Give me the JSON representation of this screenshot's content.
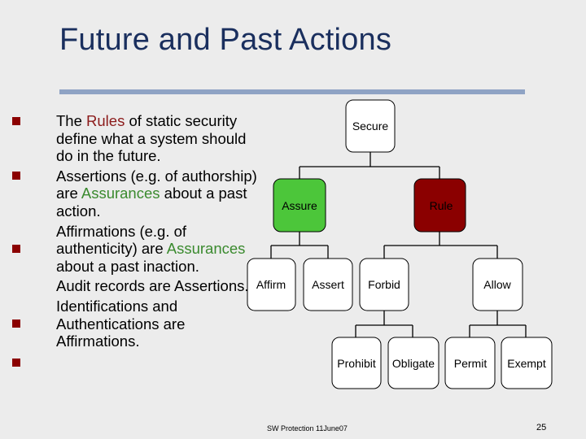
{
  "slide": {
    "title": "Future and Past Actions",
    "footer": "SW Protection 11June07",
    "page_number": "25"
  },
  "bullets": [
    {
      "parts": [
        {
          "text": "The ",
          "color": "#000000"
        },
        {
          "text": "Rules",
          "color": "#8b1a1a"
        },
        {
          "text": " of static security define what a system should do in the future.",
          "color": "#000000"
        }
      ]
    },
    {
      "parts": [
        {
          "text": "Assertions (e.g. of authorship) are ",
          "color": "#000000"
        },
        {
          "text": "Assurances",
          "color": "#3a8a2e"
        },
        {
          "text": " about a past action.",
          "color": "#000000"
        }
      ]
    },
    {
      "parts": [
        {
          "text": "Affirmations (e.g. of authenticity) are ",
          "color": "#000000"
        },
        {
          "text": "Assurances",
          "color": "#3a8a2e"
        },
        {
          "text": " about a past inaction.",
          "color": "#000000"
        }
      ]
    },
    {
      "parts": [
        {
          "text": "Audit records are Assertions.",
          "color": "#000000"
        }
      ]
    },
    {
      "parts": [
        {
          "text": "Identifications and Authentications are Affirmations.",
          "color": "#000000"
        }
      ]
    }
  ],
  "tree": {
    "nodes": [
      {
        "id": "secure",
        "label": "Secure",
        "fill": "#ffffff"
      },
      {
        "id": "assure",
        "label": "Assure",
        "fill": "#4cc63a"
      },
      {
        "id": "rule",
        "label": "Rule",
        "fill": "#8b0000"
      },
      {
        "id": "affirm",
        "label": "Affirm",
        "fill": "#ffffff"
      },
      {
        "id": "assert",
        "label": "Assert",
        "fill": "#ffffff"
      },
      {
        "id": "forbid",
        "label": "Forbid",
        "fill": "#ffffff"
      },
      {
        "id": "allow",
        "label": "Allow",
        "fill": "#ffffff"
      },
      {
        "id": "prohibit",
        "label": "Prohibit",
        "fill": "#ffffff"
      },
      {
        "id": "obligate",
        "label": "Obligate",
        "fill": "#ffffff"
      },
      {
        "id": "permit",
        "label": "Permit",
        "fill": "#ffffff"
      },
      {
        "id": "exempt",
        "label": "Exempt",
        "fill": "#ffffff"
      }
    ],
    "edges": [
      [
        "secure",
        "assure"
      ],
      [
        "secure",
        "rule"
      ],
      [
        "assure",
        "affirm"
      ],
      [
        "assure",
        "assert"
      ],
      [
        "rule",
        "forbid"
      ],
      [
        "rule",
        "allow"
      ],
      [
        "forbid",
        "prohibit"
      ],
      [
        "forbid",
        "obligate"
      ],
      [
        "allow",
        "permit"
      ],
      [
        "allow",
        "exempt"
      ]
    ]
  },
  "colors": {
    "title": "#1a2f5e",
    "bullet": "#8b0000",
    "rule_accent": "#8b1a1a",
    "assurance_accent": "#3a8a2e"
  }
}
